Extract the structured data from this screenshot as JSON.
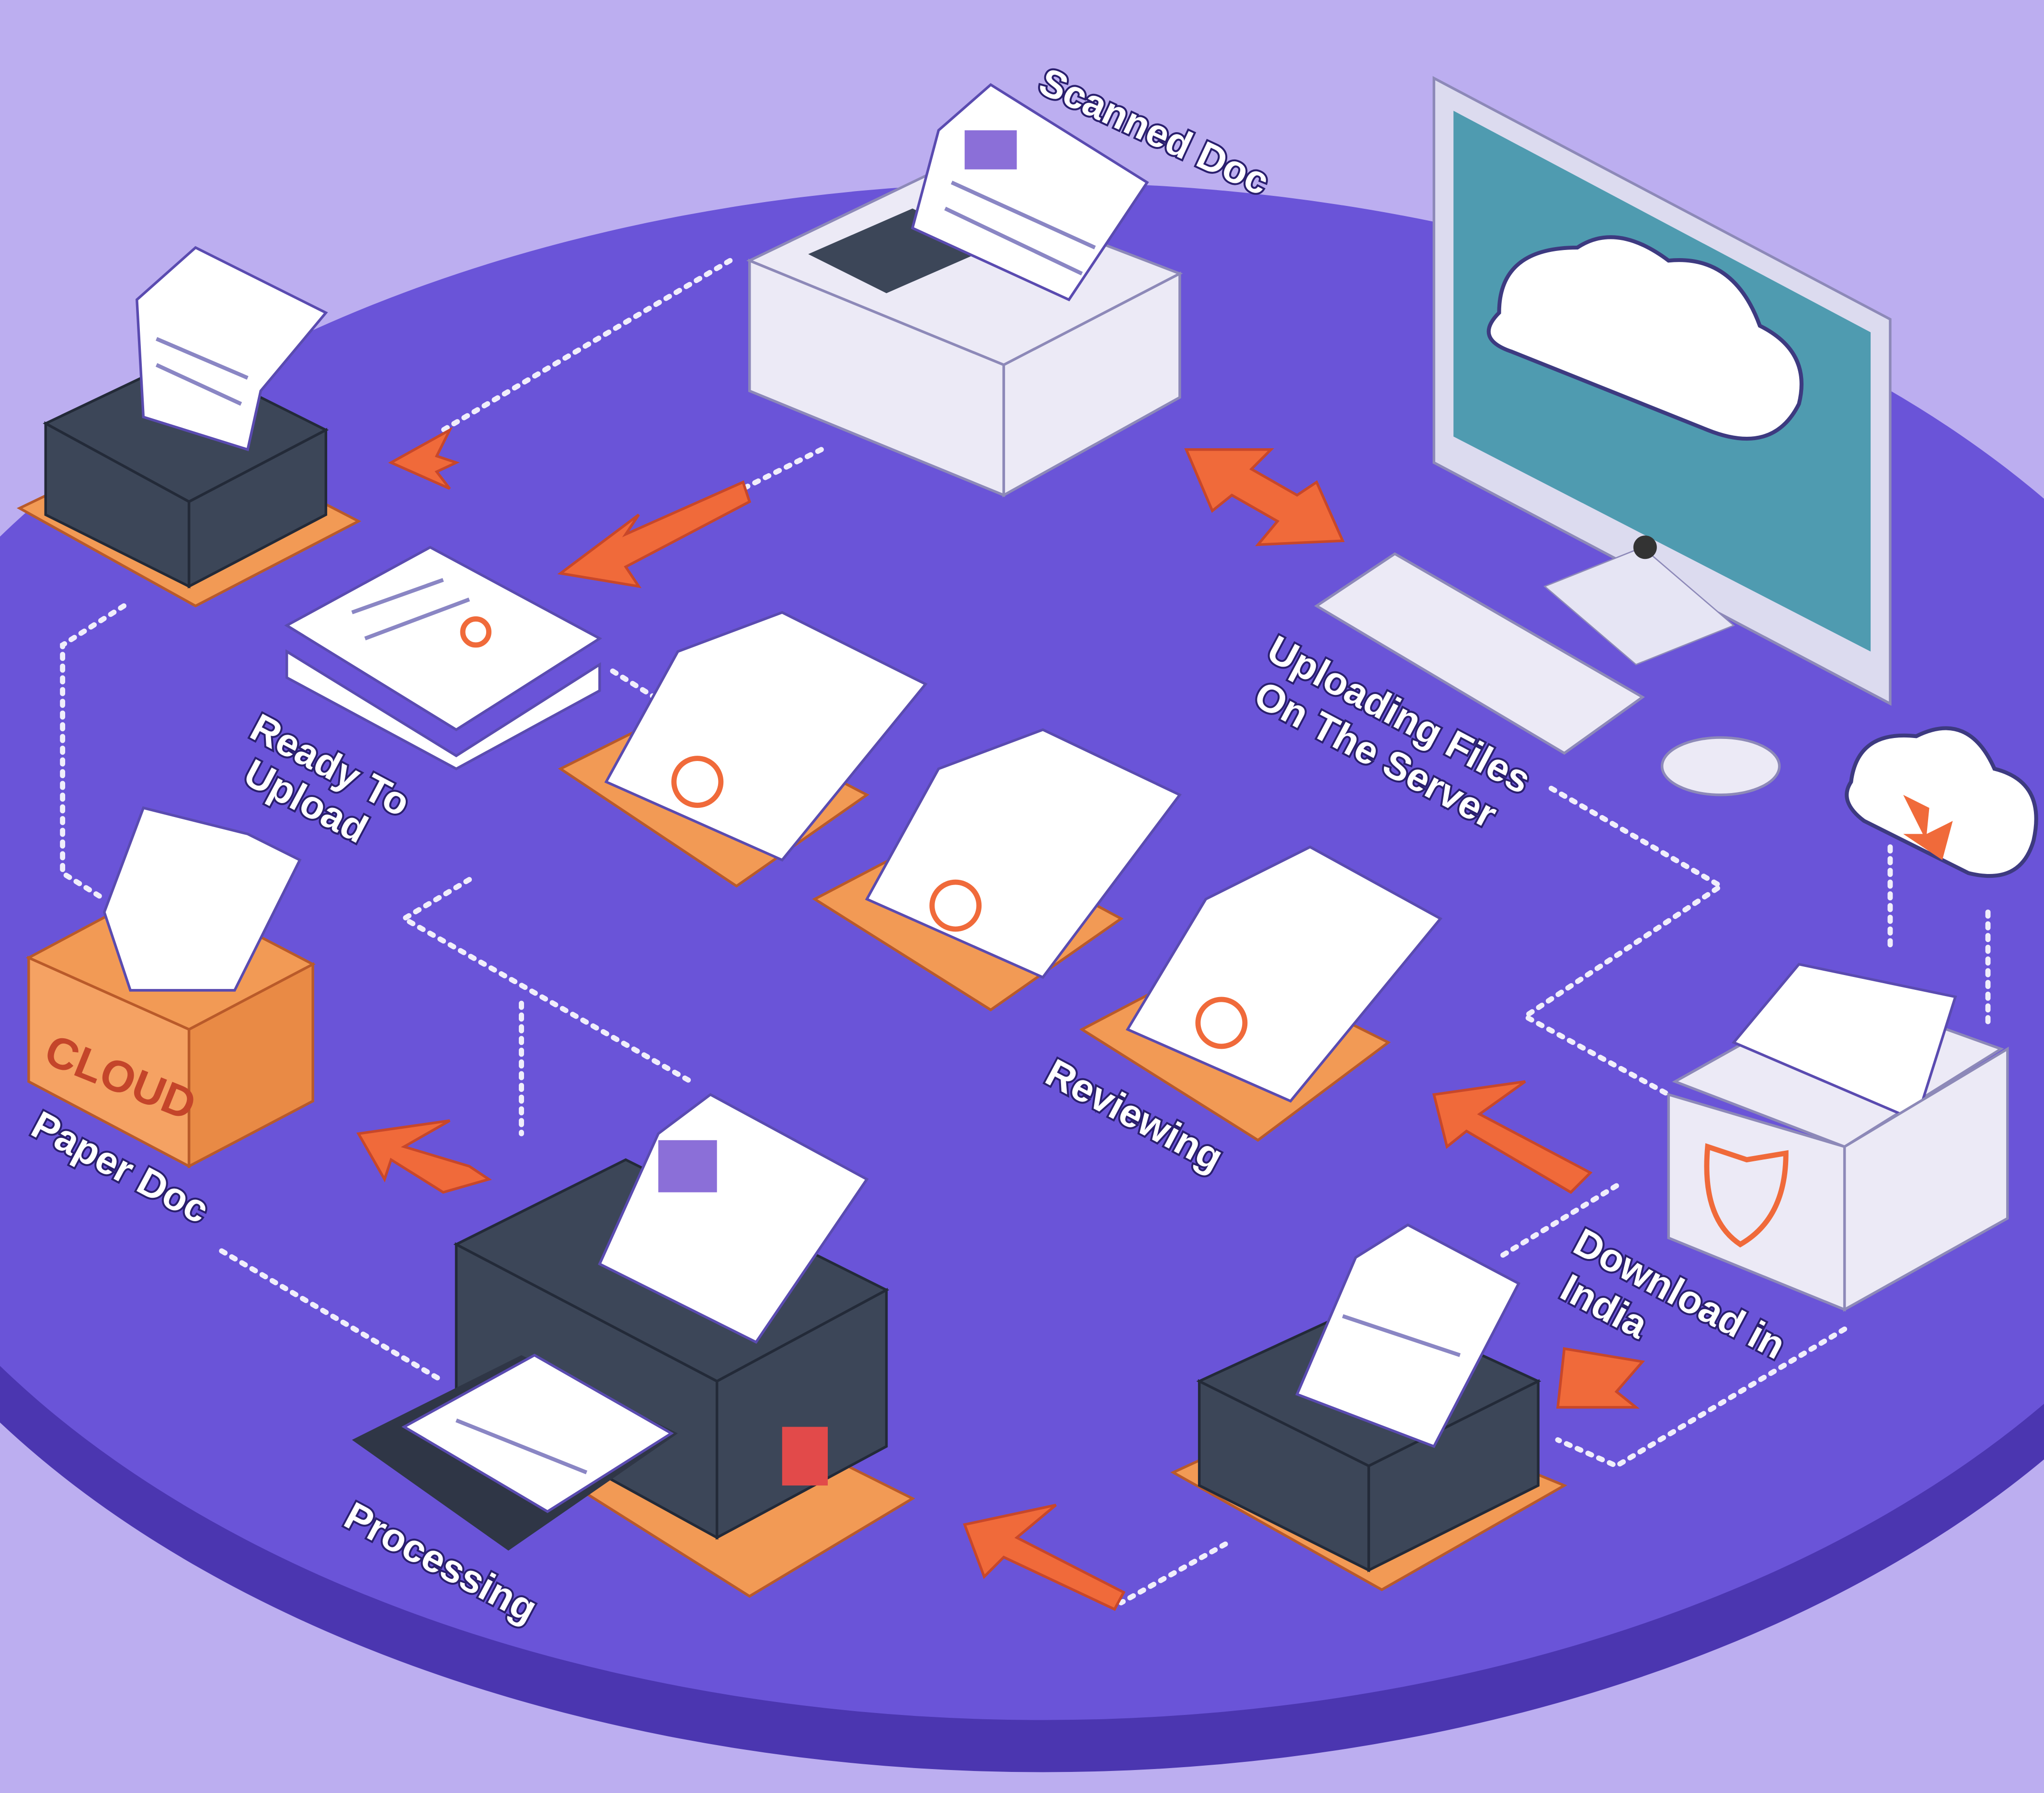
{
  "labels": {
    "scanned_doc": "Scanned Doc",
    "ready_to_upload_1": "Ready To",
    "ready_to_upload_2": "Upload",
    "uploading_1": "Uploading Files",
    "uploading_2": "On The Server",
    "paper_doc": "Paper Doc",
    "reviewing": "Reviewing",
    "download_1": "Download in",
    "download_2": "India",
    "processing": "Processing",
    "cloud_box": "CLOUD"
  },
  "colors": {
    "background": "#bcaef0",
    "platform": "#6a54d8",
    "platform_rim": "#4b36b0",
    "accent": "#f06a3a",
    "screen": "#4f9bb0"
  },
  "icons": [
    "printer-icon",
    "scanner-icon",
    "monitor-icon",
    "cloud-icon",
    "keyboard-icon",
    "mouse-icon",
    "document-icon",
    "tray-icon",
    "box-icon",
    "shield-icon",
    "arrow-icon",
    "check-icon"
  ]
}
